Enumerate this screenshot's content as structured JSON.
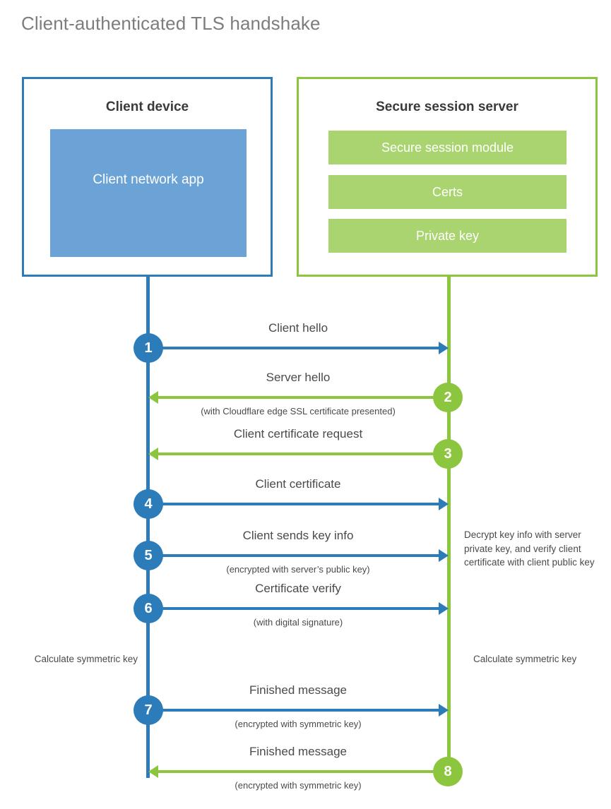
{
  "title": "Client-authenticated TLS handshake",
  "colors": {
    "client_blue": "#2c7cba",
    "client_app_fill": "#6ba3d6",
    "server_green": "#8cc63f",
    "server_bar_fill": "#a9d470",
    "title_gray": "#7d7d7d",
    "text_gray": "#4a4a4a"
  },
  "client": {
    "title": "Client device",
    "app_label": "Client network app"
  },
  "server": {
    "title": "Secure session server",
    "bars": [
      "Secure session module",
      "Certs",
      "Private key"
    ]
  },
  "steps": [
    {
      "number": "1",
      "label": "Client hello",
      "sublabel": "",
      "direction": "client-to-server",
      "color": "blue"
    },
    {
      "number": "2",
      "label": "Server hello",
      "sublabel": "(with Cloudflare edge SSL certificate presented)",
      "direction": "server-to-client",
      "color": "green"
    },
    {
      "number": "3",
      "label": "Client certificate request",
      "sublabel": "",
      "direction": "server-to-client",
      "color": "green"
    },
    {
      "number": "4",
      "label": "Client certificate",
      "sublabel": "",
      "direction": "client-to-server",
      "color": "blue"
    },
    {
      "number": "5",
      "label": "Client sends key info",
      "sublabel": "(encrypted with server’s public key)",
      "direction": "client-to-server",
      "color": "blue"
    },
    {
      "number": "6",
      "label": "Certificate verify",
      "sublabel": "(with digital signature)",
      "direction": "client-to-server",
      "color": "blue"
    },
    {
      "number": "7",
      "label": "Finished message",
      "sublabel": "(encrypted with symmetric key)",
      "direction": "client-to-server",
      "color": "blue"
    },
    {
      "number": "8",
      "label": "Finished message",
      "sublabel": "(encrypted with symmetric key)",
      "direction": "server-to-client",
      "color": "green"
    }
  ],
  "notes": {
    "decrypt": "Decrypt key info with server private key, and verify client certificate with client public key",
    "calculate_symmetric_key_client": "Calculate symmetric key",
    "calculate_symmetric_key_server": "Calculate symmetric key"
  }
}
